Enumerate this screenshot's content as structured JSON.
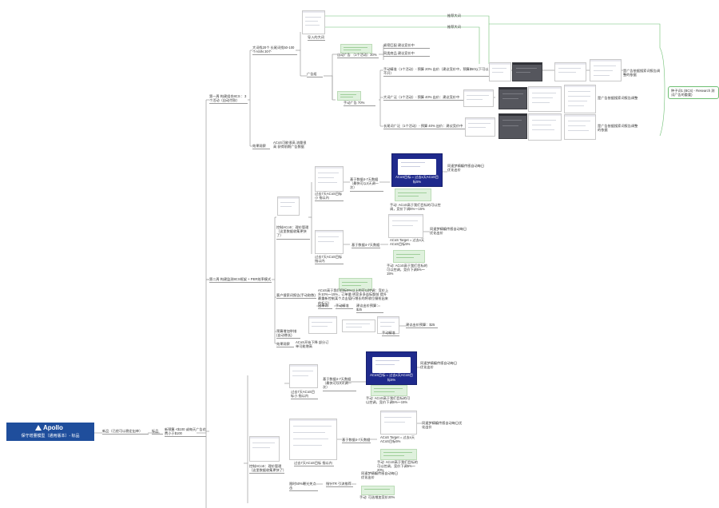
{
  "brand": {
    "logo": "Apollo",
    "subtitle": "保守增量模型（通用版本）- 标品"
  },
  "nodes": {
    "n_root_child": "新品（已经可以稳定出单）",
    "n_tag": "标品",
    "n_rule": "新预算 <$100 或每天广告花费小于$100",
    "n_week1": "第一周 构建组合8CS ：3个活动（自动付款）",
    "n_export": "导入的大词",
    "n_bigwords": "大词找20个 长尾词找50-100个ASIN 30个",
    "n_adgroup": "广告组",
    "n_auto": "自动广告 （1个活动）30%",
    "n_auto_a": "紧密匹配 建议竞价中",
    "n_auto_b": "同类商品 建议竞价中",
    "n_manual": "手动广告 70%",
    "n_manual_1": "手动精准（1个活动）- 预算 20% 出价（建议竞价中，预算$50以下可以不开）",
    "n_manual_2": "大词广泛（1个活动）- 预算 40% 出价：建议竞价中",
    "n_manual_3": "长尾词广泛（1个活动）- 预算 40% 出价：建议竞价中",
    "n_reco1": "推荐大词",
    "n_reco2": "推荐大词",
    "n_res_a": "是广告依据搜索词报告调整的依据",
    "n_res_b": "是广告依据搜索词报告调整",
    "n_res_c": "是广告依据搜索词报告调整的依据",
    "n_right_note": "种子词1 (BCS) - Research 测试广告的重要)",
    "n_results1": "效果观察",
    "n_results1_text": "ACoS可能很高 流量很高 获得前期广告数据",
    "n_week2": "第二周 构建监测8CS框架 + PER效率模式",
    "n_control": "控制ACoS：理价管理（这里数据收集更快了）",
    "n_past7": "过去7天ACoS目标小 指以内",
    "n_c1": "基于数据4-7天数据（最快可以4天调一次）",
    "n_navy1": "ACoS目标 = 过去x天ACoS目标5%",
    "n_manual_a": "手动: ACoS高于我们目标的可以控调，竞价下调5%～15%",
    "n_rule_a": "同速梦精编传感自动每日优化出价",
    "n_past7b": "过去7天ACoS目标 指以内",
    "n_c2": "基于数据4-7天数据",
    "n_target_b": "ACoS Target = 过去x天ACoS目标5%",
    "n_manual_b": "手动: ACoS高于我们目标的可以控调，竞价下调5%～15%",
    "n_rule_b": "同速梦精编传感自动每日优化出价",
    "n_search": "客户搜索词报告(手动取数)",
    "n_search_text": "ACoS高于我们目标5%以上的可以控调：竞价上升10%～15%，订单量 明显多多益标题前 提升最重新控制某个点击值行增长的将收位餐抢出来的标记）",
    "n_outword": "出单词",
    "n_manual_pro": "手动精准",
    "n_suggest": "建议出价预算：$25",
    "n_budget": "预算增加举措(自动增长)",
    "n_manual_pro2": "手动精准",
    "n_suggest2": "建议出价预算：$25",
    "n_effect2": "效果观察",
    "n_effect2_text": "ACoS开始下降 部分订单可能增高",
    "n_c3": "基于数据4-7天数据（最快可以4天调一次）",
    "n_past7c": "过去7天ACoS目标小 指以内",
    "n_navy2": "ACoS目标 = 过去x天ACoS目标5%",
    "n_rule_c": "同速梦精编传感自动每日优化出价",
    "n_manual_c": "手动: ACoS高于我们目标的可以控调，竞价下调5%～15%",
    "n_control2": "控制ACoS：理价管理（这里数据收集更快了）",
    "n_c4": "基于数据4-7天数据",
    "n_target_d": "ACoS Target = 过去x天ACoS目标5%",
    "n_manual_d": "手动: ACoS高于我们目标的可以控调，竞价下调5%～20%",
    "n_rule_d": "同速梦精编传感自动每日优化出价",
    "n_past7d": "过去7天ACoS目标 指以内",
    "n_budget2": "限时50%曝光关点击",
    "n_tos": "指针TR 引流推荐",
    "n_rule_e": "同速梦精编传感自动每日优化出价",
    "n_manual_e": "手动: 可选增加竞价20%"
  },
  "colors": {
    "brand_bg": "#1f4e9c",
    "navy_card": "#1f2a8c",
    "green_line": "#6fbf73",
    "link": "#9a9a9a"
  }
}
